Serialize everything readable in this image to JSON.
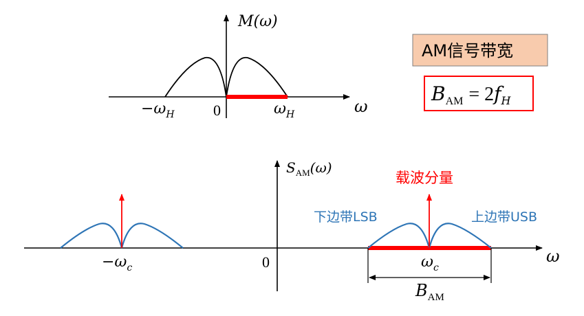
{
  "top_plot": {
    "y_label": "M(ω)",
    "x_label": "ω",
    "origin_label": "0",
    "neg_tick_label": "−ω",
    "neg_tick_sub": "H",
    "pos_tick_label": "ω",
    "pos_tick_sub": "H"
  },
  "info_box": {
    "title": "AM信号带宽",
    "formula_main": "B",
    "formula_sub": "AM",
    "formula_rest": "= 2",
    "formula_f": "f",
    "formula_f_sub": "H"
  },
  "bottom_plot": {
    "y_label_main": "S",
    "y_label_sub": "AM",
    "y_label_arg": "(ω)",
    "x_label": "ω",
    "origin_label": "0",
    "neg_carrier_label": "−ω",
    "neg_carrier_sub": "c",
    "pos_carrier_label": "ω",
    "pos_carrier_sub": "c",
    "carrier_label": "载波分量",
    "lsb_label": "下边带LSB",
    "usb_label": "上边带USB",
    "bandwidth_label_main": "B",
    "bandwidth_label_sub": "AM"
  },
  "colors": {
    "axis": "#000000",
    "spectrum_top": "#000000",
    "spectrum_bottom": "#2e75b6",
    "highlight": "#ff0000",
    "carrier": "#ff0000",
    "box_fill": "#f8cbad",
    "box_border": "#7f7f7f",
    "formula_border": "#ff0000"
  }
}
